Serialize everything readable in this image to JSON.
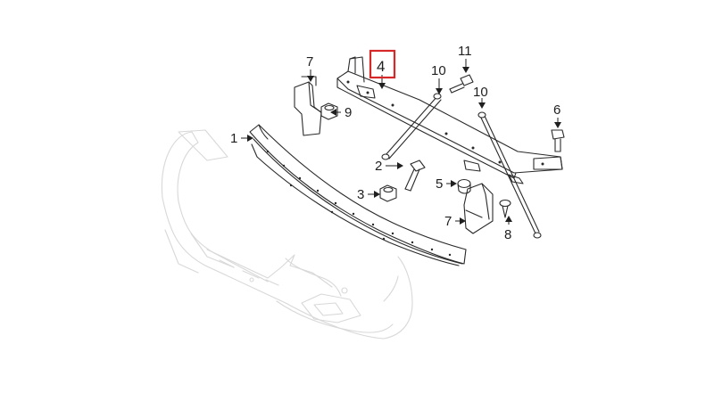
{
  "callouts": {
    "c1": "1",
    "c2": "2",
    "c3": "3",
    "c4": "4",
    "c5": "5",
    "c6": "6",
    "c7_top": "7",
    "c7_bottom": "7",
    "c8": "8",
    "c9": "9",
    "c10_left": "10",
    "c10_right": "10",
    "c11": "11"
  },
  "highlight": {
    "callout": "4",
    "color": "#d62828"
  },
  "colors": {
    "line": "#2a2a2a",
    "bumper_cover": "#d8d8d8"
  }
}
